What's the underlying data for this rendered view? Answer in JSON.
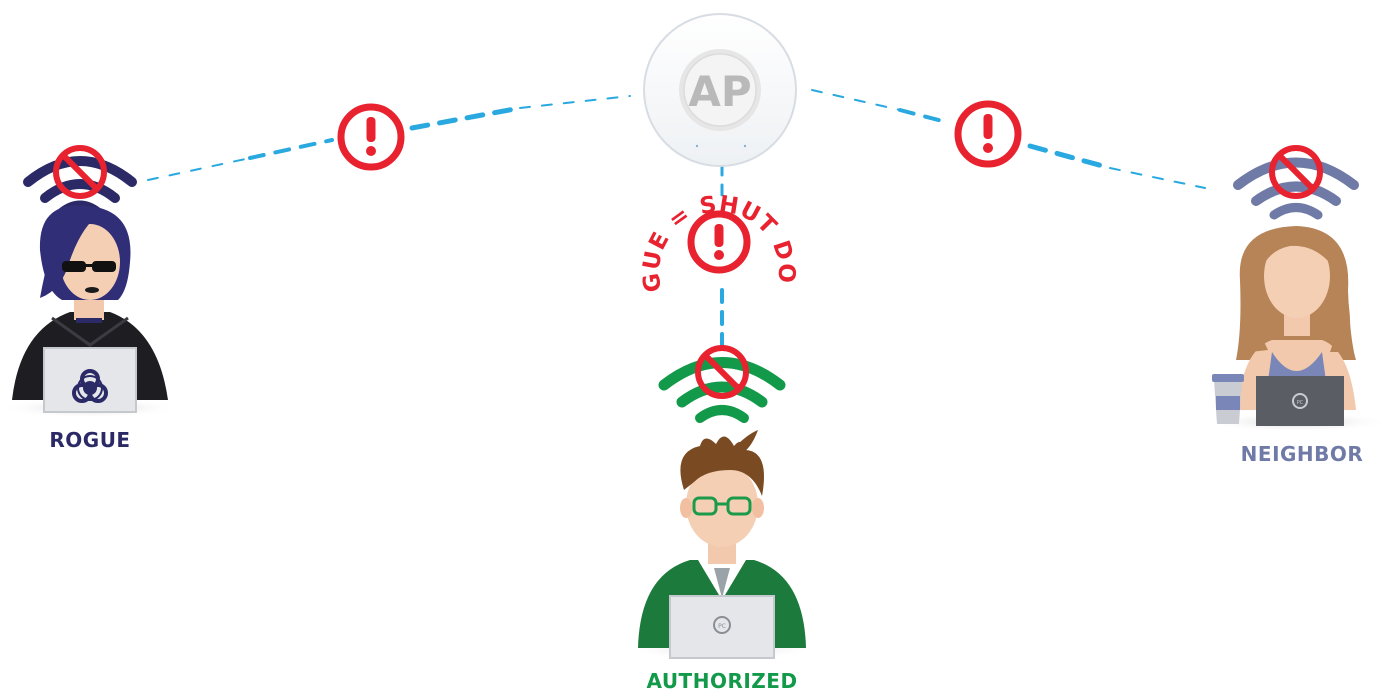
{
  "access_point": {
    "label": "AP"
  },
  "arc_text": "ROGUE = SHUT DOWN",
  "actors": {
    "rogue": {
      "label": "ROGUE"
    },
    "authorized": {
      "label": "AUTHORIZED"
    },
    "neighbor": {
      "label": "NEIGHBOR"
    }
  },
  "colors": {
    "link": "#2aa9e0",
    "alert": "#e8222e",
    "rogue": "#2b2a66",
    "authorized": "#129a4a",
    "neighbor": "#6f7aa6",
    "ap_text": "#b9b9b9"
  },
  "icons": [
    "alert-icon",
    "wifi-icon",
    "no-entry-icon",
    "biohazard-icon",
    "pc-logo-icon",
    "coffee-cup-icon"
  ]
}
